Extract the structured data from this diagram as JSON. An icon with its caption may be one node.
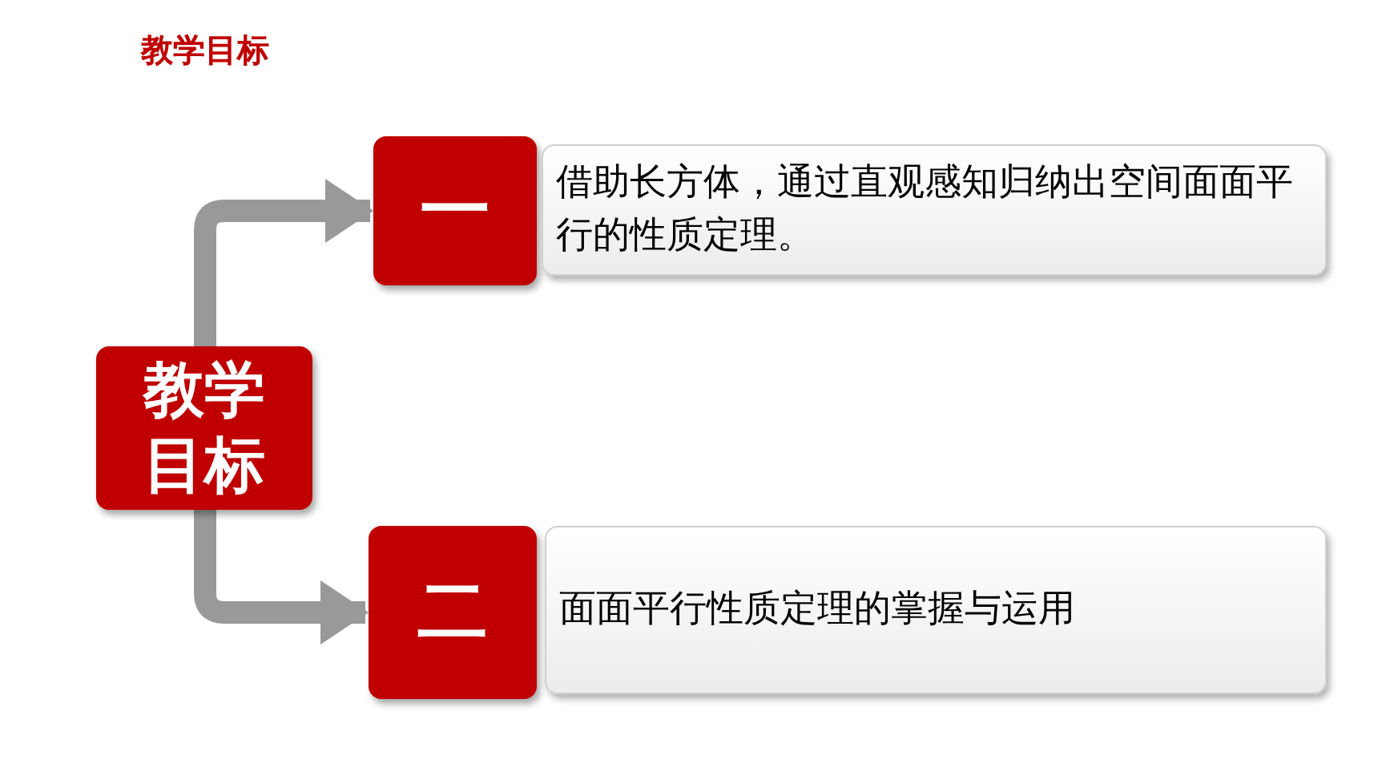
{
  "diagram": {
    "title": "教学目标",
    "nodes": [
      {
        "text": [
          "教学目标"
        ]
      },
      {
        "text": [
          "一"
        ]
      },
      {
        "text": [
          "借助长方体，通过直观感知归纳出空间面面平行的性质定理。"
        ]
      },
      {
        "text": [
          "二"
        ]
      },
      {
        "text": [
          "面面平行性质定理的掌握与运用"
        ]
      }
    ],
    "edges": [
      {
        "from": 0,
        "to": 1,
        "arrow": "to"
      },
      {
        "from": 0,
        "to": 3,
        "arrow": "to"
      }
    ]
  }
}
